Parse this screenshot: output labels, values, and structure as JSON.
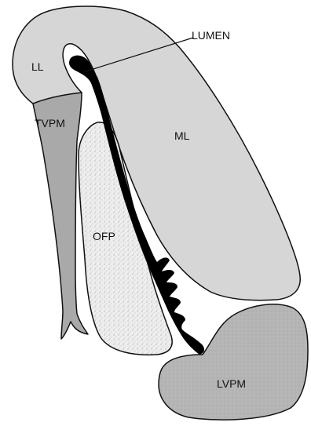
{
  "diagram": {
    "labels": {
      "ll": "LL",
      "tvpm": "TVPM",
      "ml": "ML",
      "ofp": "OFP",
      "lumen": "LUMEN",
      "lvpm": "LVPM"
    },
    "colors": {
      "mucosa_fill": "#d6d6d6",
      "tvpm_fill": "#a9a9a9",
      "lvpm_fill": "#b5b5b5",
      "ofp_fill": "#eeeeee",
      "lumen_fill": "#000000",
      "outline": "#111111"
    }
  }
}
